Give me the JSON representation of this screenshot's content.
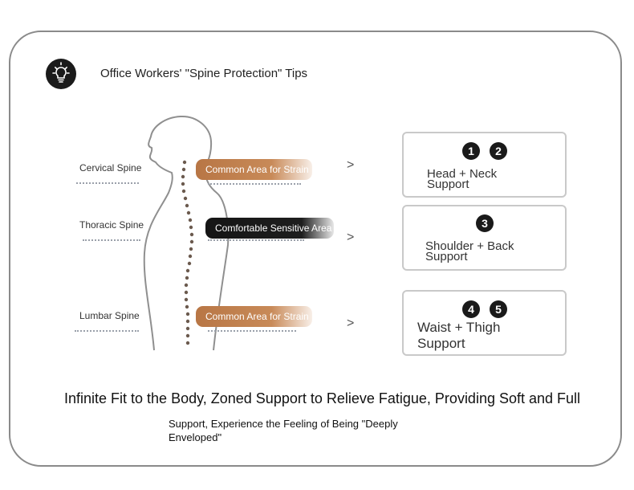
{
  "title": "Office Workers' \"Spine Protection\" Tips",
  "icon": "lightbulb-icon",
  "colors": {
    "accent_brown": "#b87645",
    "pill_black": "#151515",
    "spine_dots": "#6b5a4e"
  },
  "spine_regions": [
    {
      "label": "Cervical Spine",
      "pill_text": "Common Area for Strain",
      "arrow": ">"
    },
    {
      "label": "Thoracic Spine",
      "pill_text": "Comfortable Sensitive Area",
      "arrow": ">"
    },
    {
      "label": "Lumbar Spine",
      "pill_text": "Common Area for Strain",
      "arrow": ">"
    }
  ],
  "support_cards": [
    {
      "numbers": [
        "1",
        "2"
      ],
      "label": "Head + Neck Support"
    },
    {
      "numbers": [
        "3"
      ],
      "label": "Shoulder + Back Support"
    },
    {
      "numbers": [
        "4",
        "5"
      ],
      "label": "Waist + Thigh Support"
    }
  ],
  "headline": "Infinite Fit to the Body, Zoned Support to Relieve Fatigue, Providing Soft and Full",
  "subline": "Support, Experience the Feeling of Being \"Deeply Enveloped\""
}
